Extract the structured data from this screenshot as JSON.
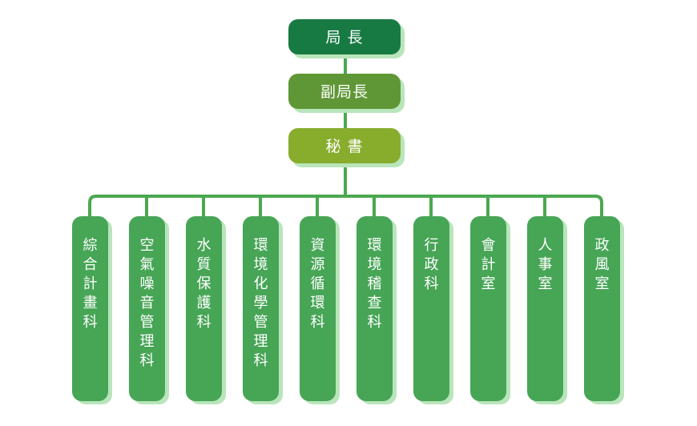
{
  "org_chart": {
    "director": {
      "label": "局  長"
    },
    "deputy_director": {
      "label": "副局長"
    },
    "secretary": {
      "label": "秘  書"
    },
    "departments": [
      {
        "label": "綜合計畫科"
      },
      {
        "label": "空氣噪音管理科"
      },
      {
        "label": "水質保護科"
      },
      {
        "label": "環境化學管理科"
      },
      {
        "label": "資源循環科"
      },
      {
        "label": "環境稽查科"
      },
      {
        "label": "行政科"
      },
      {
        "label": "會計室"
      },
      {
        "label": "人事室"
      },
      {
        "label": "政風室"
      }
    ]
  },
  "colors": {
    "director_fill": "#177a43",
    "deputy_fill": "#5f9736",
    "secretary_fill": "#88ac2c",
    "department_fill": "#47a556",
    "connector": "#4aa84f",
    "shadow": "#b9e5bb"
  }
}
